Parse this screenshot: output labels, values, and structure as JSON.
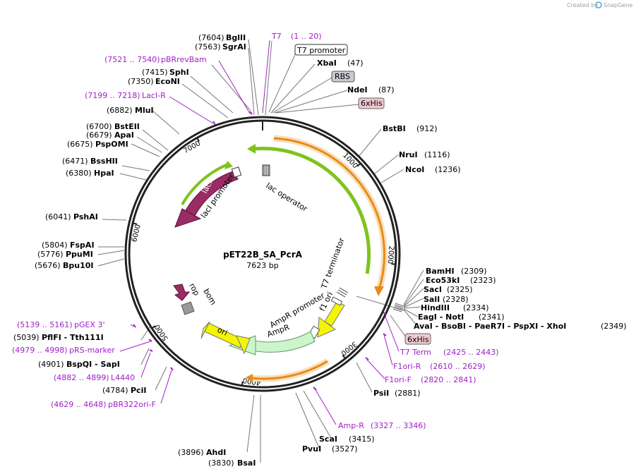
{
  "watermark": {
    "text": "Created by",
    "brand": "SnapGene"
  },
  "plasmid": {
    "name": "pET22B_SA_PcrA",
    "size_label": "7623 bp"
  },
  "ticks": [
    {
      "pos": 1000,
      "label": "1000"
    },
    {
      "pos": 2000,
      "label": "2000"
    },
    {
      "pos": 3000,
      "label": "3000"
    },
    {
      "pos": 4000,
      "label": "4000"
    },
    {
      "pos": 5000,
      "label": "5000"
    },
    {
      "pos": 6000,
      "label": "6000"
    },
    {
      "pos": 7000,
      "label": "7000"
    }
  ],
  "labels": {
    "bglII": {
      "pos": "(7604)",
      "name": "BglII"
    },
    "sgrAI": {
      "pos": "(7563)",
      "name": "SgrAI"
    },
    "t7": {
      "name": "T7",
      "range": "(1 .. 20)"
    },
    "t7promoter": {
      "name": "T7 promoter"
    },
    "pBRrevBam": {
      "range": "(7521 .. 7540)",
      "name": "pBRrevBam"
    },
    "xbaI": {
      "name": "XbaI",
      "pos": "(47)"
    },
    "sphI": {
      "pos": "(7415)",
      "name": "SphI"
    },
    "ecoNI": {
      "pos": "(7350)",
      "name": "EcoNI"
    },
    "rbs": {
      "name": "RBS"
    },
    "ndeI": {
      "name": "NdeI",
      "pos": "(87)"
    },
    "laciR": {
      "range": "(7199 .. 7218)",
      "name": "LacI-R"
    },
    "hisTop": {
      "name": "6xHis"
    },
    "mluI": {
      "pos": "(6882)",
      "name": "MluI"
    },
    "bstBI": {
      "name": "BstBI",
      "pos": "(912)"
    },
    "bstEII": {
      "pos": "(6700)",
      "name": "BstEII"
    },
    "apaI": {
      "pos": "(6679)",
      "name": "ApaI"
    },
    "pspOMI": {
      "pos": "(6675)",
      "name": "PspOMI"
    },
    "nruI": {
      "name": "NruI",
      "pos": "(1116)"
    },
    "bssHII": {
      "pos": "(6471)",
      "name": "BssHII"
    },
    "ncoI": {
      "name": "NcoI",
      "pos": "(1236)"
    },
    "hpaI": {
      "pos": "(6380)",
      "name": "HpaI"
    },
    "pshAI": {
      "pos": "(6041)",
      "name": "PshAI"
    },
    "fspAI": {
      "pos": "(5804)",
      "name": "FspAI"
    },
    "ppuMI": {
      "pos": "(5776)",
      "name": "PpuMI"
    },
    "bpu10I": {
      "pos": "(5676)",
      "name": "Bpu10I"
    },
    "bamHI": {
      "name": "BamHI",
      "pos": "(2309)"
    },
    "eco53kI": {
      "name": "Eco53kI",
      "pos": "(2323)"
    },
    "sacI": {
      "name": "SacI",
      "pos": "(2325)"
    },
    "salI": {
      "name": "SalI",
      "pos": "(2328)"
    },
    "hindIII": {
      "name": "HindIII",
      "pos": "(2334)"
    },
    "eagNot": {
      "name": "EagI  - NotI",
      "pos": "(2341)"
    },
    "avaI": {
      "name": "AvaI  - BsoBI  - PaeR7I  - PspXI  - XhoI",
      "pos": "(2349)"
    },
    "hisBottom": {
      "name": "6xHis"
    },
    "pGEX3": {
      "range": "(5139 .. 5161)",
      "name": "pGEX 3'"
    },
    "pflFI": {
      "pos": "(5039)",
      "name": "PflFI  - Tth111I"
    },
    "pRSmarker": {
      "range": "(4979 .. 4998)",
      "name": "pRS-marker"
    },
    "t7term": {
      "name": "T7 Term",
      "range": "(2425 .. 2443)"
    },
    "bspQI": {
      "pos": "(4901)",
      "name": "BspQI  - SapI"
    },
    "f1oriR": {
      "name": "F1ori-R",
      "range": "(2610 .. 2629)"
    },
    "l4440": {
      "range": "(4882 .. 4899)",
      "name": "L4440"
    },
    "f1oriF": {
      "name": "F1ori-F",
      "range": "(2820 .. 2841)"
    },
    "pciI": {
      "pos": "(4784)",
      "name": "PciI"
    },
    "psiI": {
      "name": "PsiI",
      "pos": "(2881)"
    },
    "pBR322ori": {
      "range": "(4629 .. 4648)",
      "name": "pBR322ori-F"
    },
    "ampR_primer": {
      "name": "Amp-R",
      "range": "(3327 .. 3346)"
    },
    "scaI": {
      "name": "ScaI",
      "pos": "(3415)"
    },
    "pvuI": {
      "name": "PvuI",
      "pos": "(3527)"
    },
    "ahdI": {
      "pos": "(3896)",
      "name": "AhdI"
    },
    "bsaI": {
      "pos": "(3830)",
      "name": "BsaI"
    }
  },
  "features": {
    "lacI": "lacI",
    "lacIpromoter": "lacI promoter",
    "lacOperator": "lac operator",
    "t7terminator": "T7 terminator",
    "rop": "rop",
    "bom": "bom",
    "f1ori": "f1 ori",
    "ampRpromoter": "AmpR promoter",
    "ampR": "AmpR",
    "ori": "ori"
  },
  "colors": {
    "backbone": "#222222",
    "lacI": "#9b2c63",
    "promoter_arrow": "#7fc31c",
    "orange_arrow": "#e98a1b",
    "ampR": "#ccf5cc",
    "ori": "#f5f500",
    "primer": "#a020c8",
    "his_badge": "#f0c8d0",
    "rbs_badge": "#c8cbd1"
  }
}
